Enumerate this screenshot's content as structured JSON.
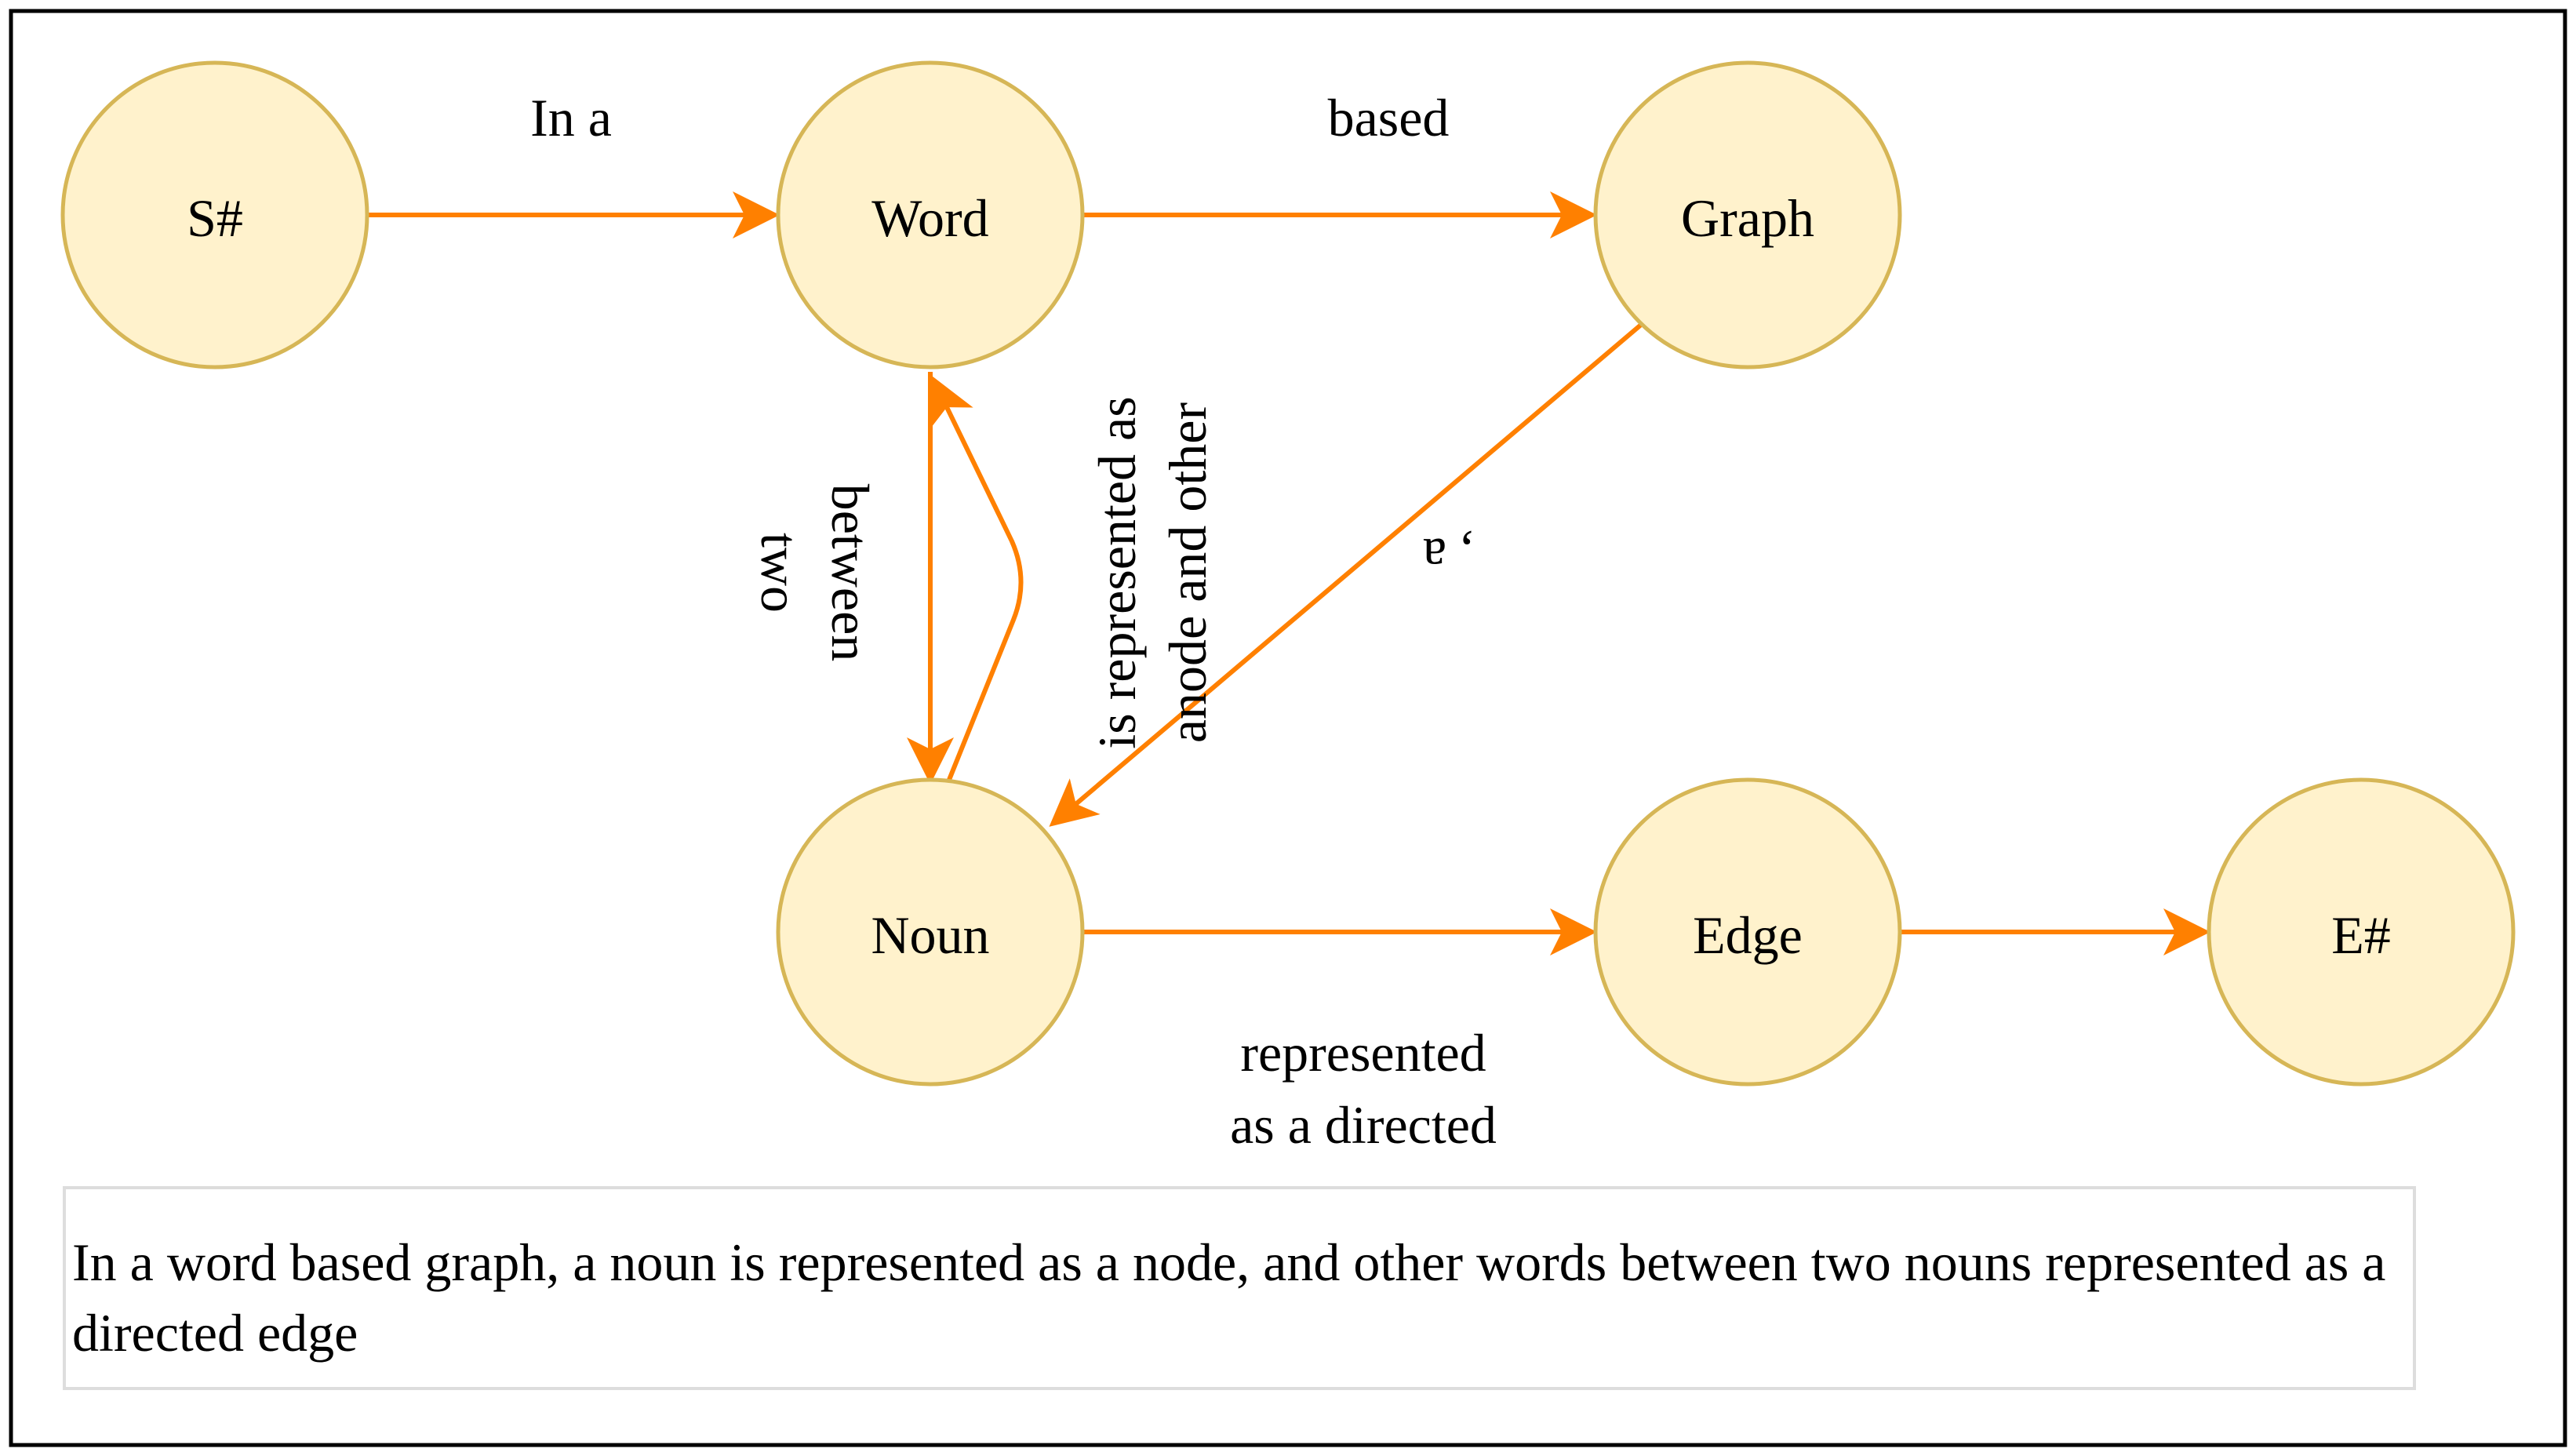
{
  "diagram": {
    "nodes": {
      "start": "S#",
      "word": "Word",
      "graph": "Graph",
      "noun": "Noun",
      "edge": "Edge",
      "end": "E#"
    },
    "edge_labels": {
      "start_to_word": "In a",
      "word_to_graph": "based",
      "graph_to_noun": ", a",
      "word_noun_left_line1": "between",
      "word_noun_left_line2": "two",
      "noun_word_right_line1": "is represented as",
      "noun_word_right_line2": "anode and other",
      "noun_to_edge_line1": "represented",
      "noun_to_edge_line2": "as a directed"
    },
    "caption": "In a word based graph, a noun is represented as a node, and other words between two nouns represented as a directed edge"
  },
  "colors": {
    "node_fill": "#fff2cc",
    "node_stroke": "#d6b656",
    "arrow": "#ff8000",
    "frame": "#000000"
  }
}
